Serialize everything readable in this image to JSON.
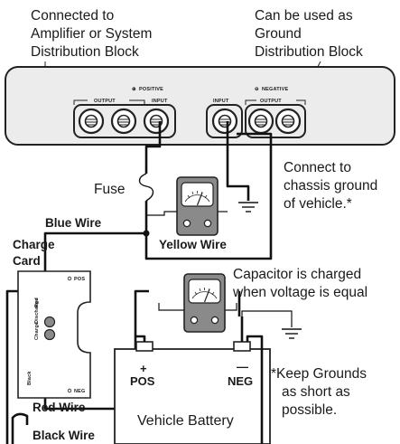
{
  "callouts": {
    "amplifier": [
      "Connected to",
      "Amplifier or System",
      "Distribution Block"
    ],
    "ground_block": [
      "Can be used as",
      "Ground",
      "Distribution Block"
    ],
    "chassis": [
      "Connect to",
      "chassis ground",
      "of vehicle.*"
    ],
    "capacitor": [
      "Capacitor is charged",
      "when voltage is equal"
    ],
    "keep_grounds": [
      "*Keep Grounds",
      "as short as",
      "possible."
    ]
  },
  "block": {
    "positive_label": "POSITIVE",
    "negative_label": "NEGATIVE",
    "output_left": "OUTPUT",
    "input_left": "INPUT",
    "input_right": "INPUT",
    "output_right": "OUTPUT",
    "positive_symbol": "⊕",
    "negative_symbol": "⊖"
  },
  "wires": {
    "fuse": "Fuse",
    "blue": "Blue Wire",
    "yellow": "Yellow Wire",
    "red": "Red Wire",
    "black": "Black Wire"
  },
  "charge_card": {
    "title": [
      "Charge",
      "Card"
    ],
    "charge": "Charge",
    "discharge": "Discharge",
    "red": "Red",
    "black": "Black",
    "pos": "POS",
    "neg": "NEG"
  },
  "battery": {
    "label": "Vehicle Battery",
    "pos_sign": "+",
    "pos_label": "POS",
    "neg_sign": "—",
    "neg_label": "NEG"
  }
}
